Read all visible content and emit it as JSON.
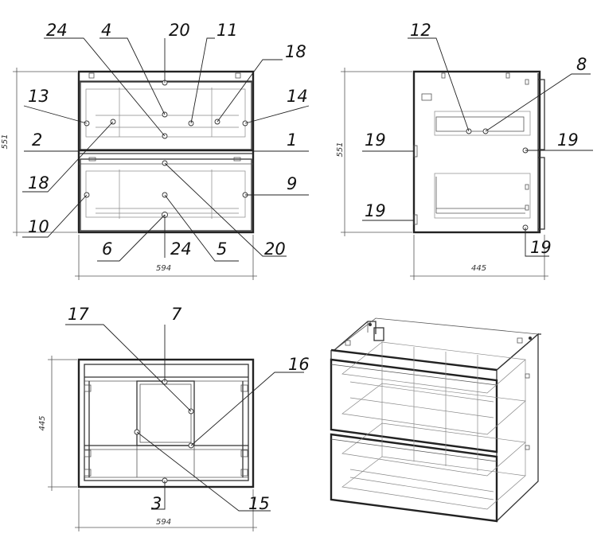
{
  "front_view": {
    "callouts": [
      "24",
      "4",
      "20",
      "11",
      "18",
      "13",
      "14",
      "2",
      "1",
      "18",
      "9",
      "10",
      "6",
      "24",
      "5",
      "20"
    ],
    "dim_width": "594",
    "dim_height": "551"
  },
  "side_view": {
    "callouts": [
      "12",
      "8",
      "19",
      "19",
      "19",
      "19"
    ],
    "dim_depth": "445",
    "dim_height": "551"
  },
  "top_view": {
    "callouts": [
      "17",
      "7",
      "16",
      "3",
      "15"
    ],
    "dim_width": "594",
    "dim_depth": "445"
  }
}
